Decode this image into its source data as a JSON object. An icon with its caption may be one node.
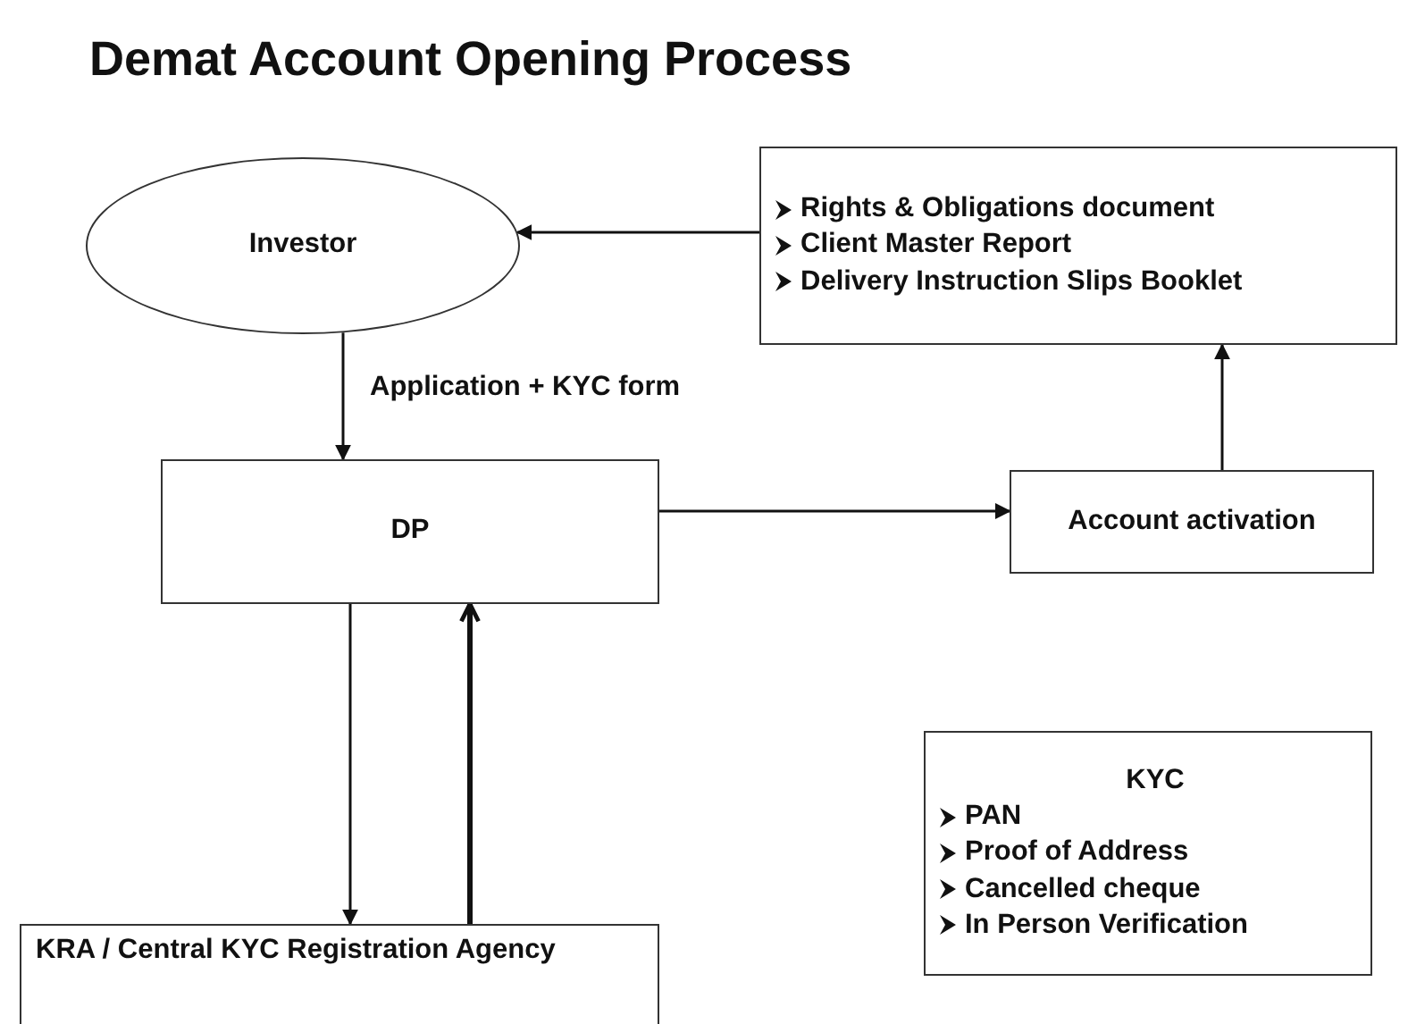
{
  "diagram": {
    "title": "Demat Account Opening Process",
    "nodes": [
      {
        "text": [
          "Investor"
        ]
      },
      {
        "text": [
          "Rights & Obligations document",
          "Client Master Report",
          "Delivery Instruction Slips Booklet"
        ]
      },
      {
        "text": [
          "DP"
        ]
      },
      {
        "text": [
          "Account activation"
        ]
      },
      {
        "text": [
          "KRA / Central KYC Registration Agency"
        ]
      },
      {
        "text": [
          "KYC",
          "PAN",
          "Proof of Address",
          "Cancelled cheque",
          "In Person Verification"
        ]
      }
    ],
    "edges": [
      {
        "from": 1,
        "to": 0,
        "arrow": "to"
      },
      {
        "from": 0,
        "to": 2,
        "arrow": "to",
        "label": "Application + KYC form"
      },
      {
        "from": 2,
        "to": 3,
        "arrow": "to"
      },
      {
        "from": 3,
        "to": 1,
        "arrow": "to"
      },
      {
        "from": 2,
        "to": 4,
        "arrow": "to"
      },
      {
        "from": 4,
        "to": 2,
        "arrow": "to",
        "style": "thick"
      }
    ]
  }
}
